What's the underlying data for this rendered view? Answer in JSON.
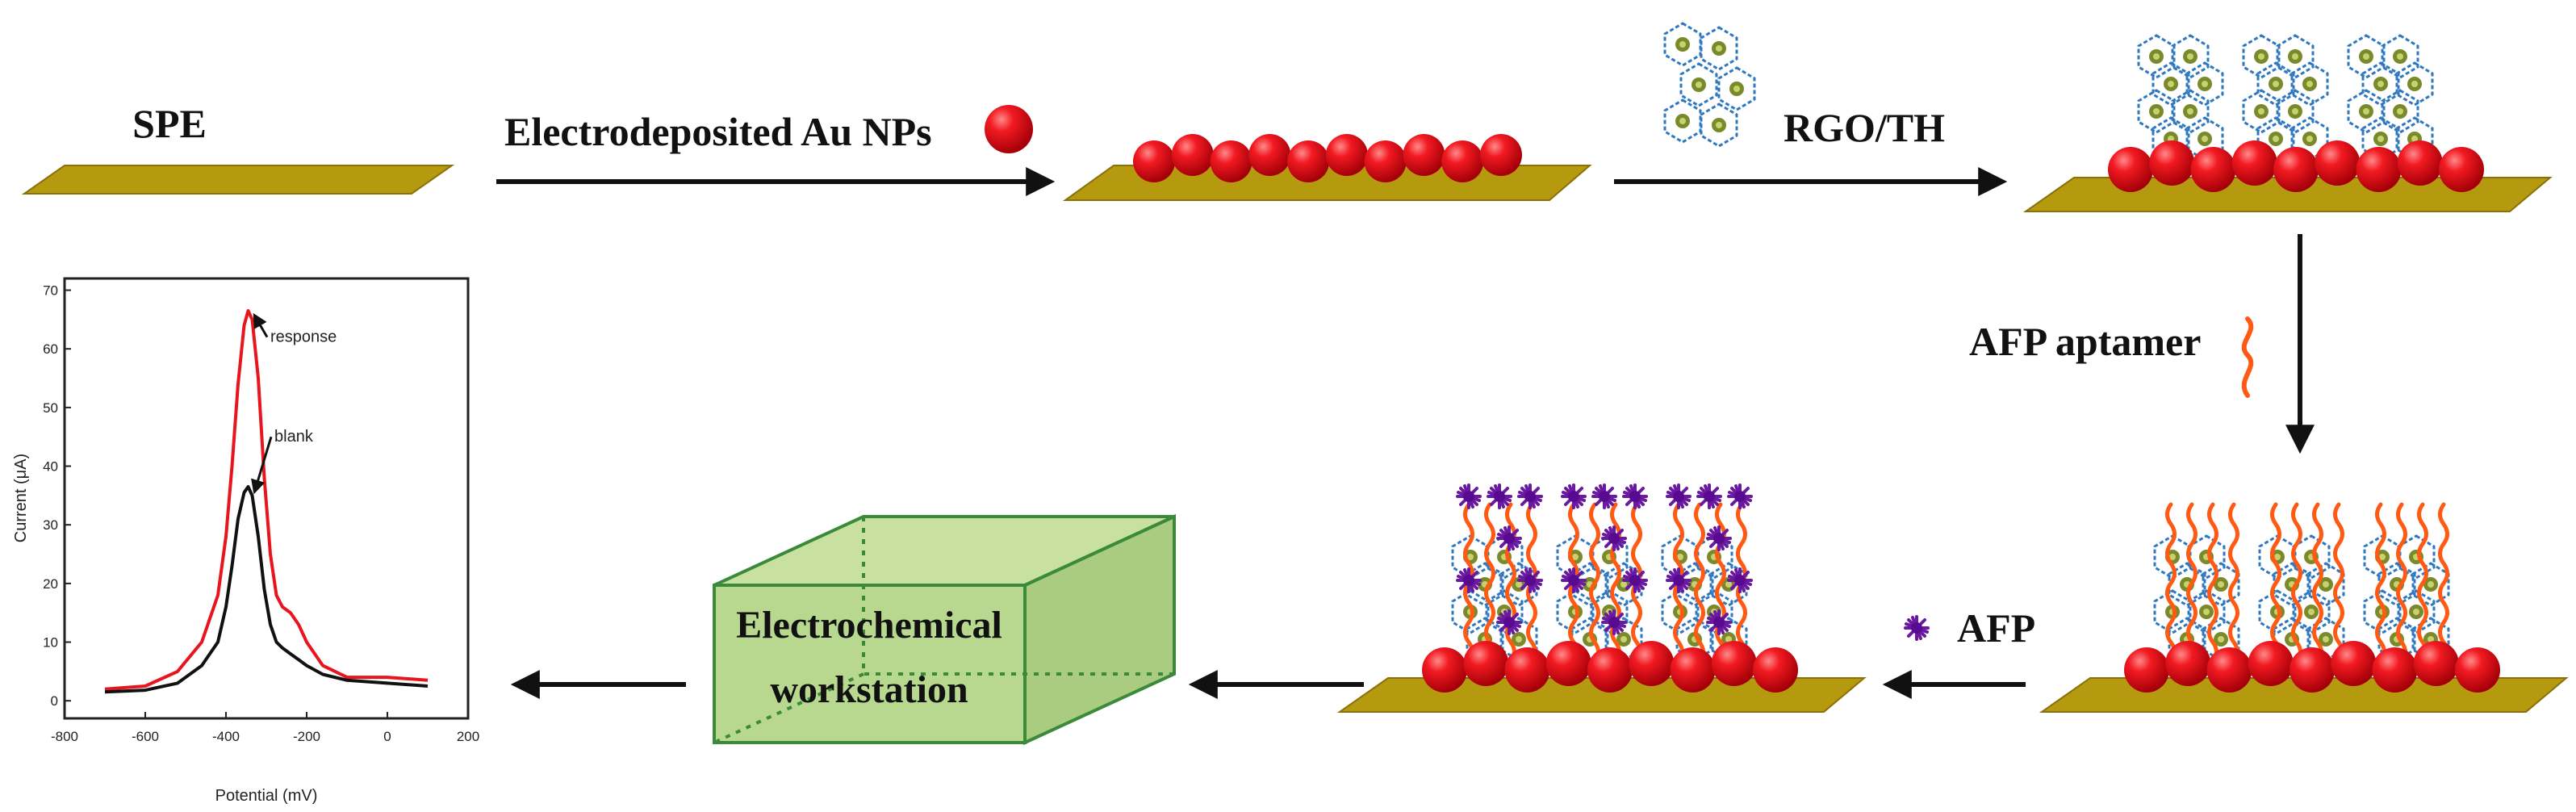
{
  "labels": {
    "spe": "SPE",
    "au_nps": "Electrodeposited Au NPs",
    "rgo_th": "RGO/TH",
    "afp_aptamer": "AFP aptamer",
    "afp": "AFP",
    "workstation_line1": "Electrochemical",
    "workstation_line2": "workstation"
  },
  "colors": {
    "electrode": "#b59a10",
    "au_np": "#e8101a",
    "aptamer": "#ff5a14",
    "afp_protein": "#6a1aa0",
    "rgo_th": "#2f78c0",
    "workstation_box": "#b8d890",
    "workstation_edge": "#3a8a3a",
    "response_curve": "#e8141e",
    "blank_curve": "#111111"
  },
  "icons": {
    "au_np": "red-sphere-icon",
    "aptamer": "orange-wavy-strand-icon",
    "afp": "purple-star-protein-icon",
    "rgo_th": "graphene-hexagon-sheet-icon"
  },
  "chart_data": {
    "type": "line",
    "xlabel": "Potential (mV)",
    "ylabel": "Current (μA)",
    "xlim": [
      -800,
      200
    ],
    "ylim": [
      -3,
      72
    ],
    "xticks": [
      "-800",
      "-600",
      "-400",
      "-200",
      "0",
      "200"
    ],
    "yticks": [
      "0",
      "10",
      "20",
      "30",
      "40",
      "50",
      "60",
      "70"
    ],
    "annotations": [
      {
        "text": "response",
        "x": -330,
        "y": 62
      },
      {
        "text": "blank",
        "x": -320,
        "y": 45
      }
    ],
    "series": [
      {
        "name": "response",
        "color": "#e8141e",
        "x": [
          -700,
          -600,
          -520,
          -460,
          -420,
          -400,
          -385,
          -370,
          -355,
          -345,
          -335,
          -320,
          -305,
          -290,
          -275,
          -260,
          -240,
          -220,
          -200,
          -160,
          -100,
          0,
          100
        ],
        "y": [
          2,
          2.5,
          5,
          10,
          18,
          28,
          40,
          54,
          64,
          66.5,
          65,
          55,
          38,
          25,
          18,
          16,
          15,
          13,
          10,
          6,
          4,
          4,
          3.5
        ]
      },
      {
        "name": "blank",
        "color": "#111111",
        "x": [
          -700,
          -600,
          -520,
          -460,
          -420,
          -400,
          -385,
          -370,
          -355,
          -345,
          -335,
          -320,
          -305,
          -290,
          -275,
          -260,
          -240,
          -220,
          -200,
          -160,
          -100,
          0,
          100
        ],
        "y": [
          1.5,
          1.8,
          3,
          6,
          10,
          16,
          23,
          31,
          35.5,
          36.5,
          35,
          28,
          19,
          13,
          10,
          9,
          8,
          7,
          6,
          4.5,
          3.5,
          3,
          2.5
        ]
      }
    ]
  }
}
